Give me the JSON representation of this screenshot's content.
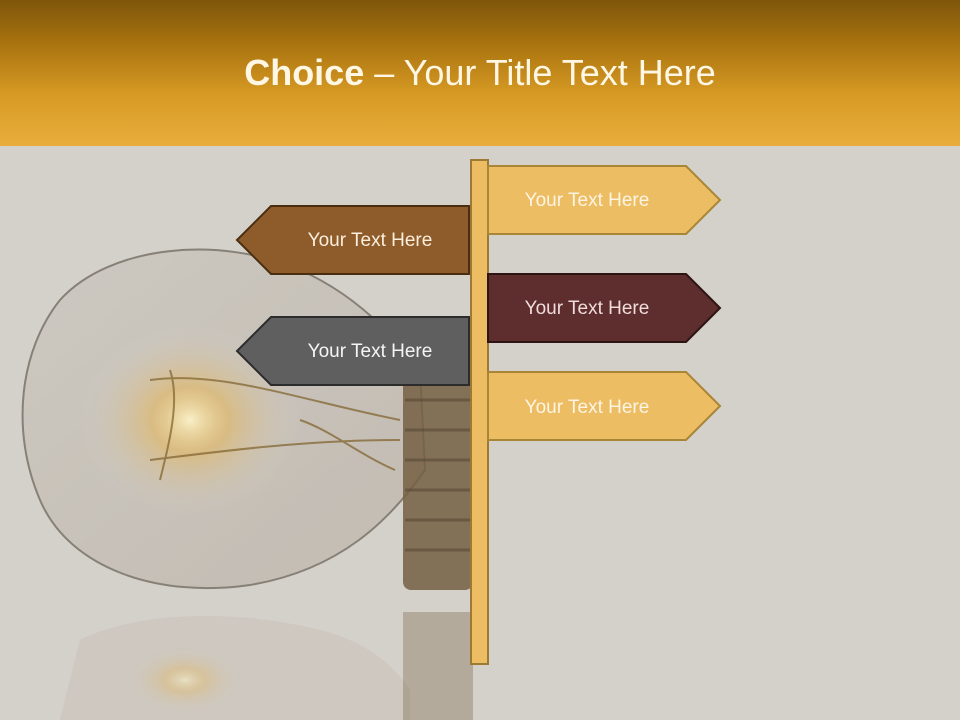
{
  "header": {
    "title_bold": "Choice",
    "title_rest": " – Your Title Text Here"
  },
  "signs": [
    {
      "label": "Your Text Here",
      "side": "right",
      "color": "#ecbd63",
      "text_color": "#fdf4e3"
    },
    {
      "label": "Your Text Here",
      "side": "left",
      "color": "#8e5c2a",
      "text_color": "#fbeedd"
    },
    {
      "label": "Your Text Here",
      "side": "right",
      "color": "#5e2d2d",
      "text_color": "#f0dcdc"
    },
    {
      "label": "Your Text Here",
      "side": "left",
      "color": "#5f5f5f",
      "text_color": "#f5f5f5"
    },
    {
      "label": "Your Text Here",
      "side": "right",
      "color": "#ecbd63",
      "text_color": "#fdf4e3"
    }
  ],
  "colors": {
    "header_top": "#7e560b",
    "header_bottom": "#e8ad3c",
    "background": "#d4d0ca",
    "post": "#ecbd63"
  }
}
